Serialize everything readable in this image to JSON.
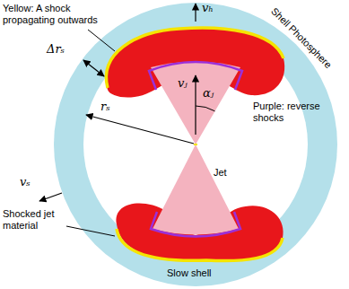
{
  "diagram": {
    "labels": [
      "Yellow: A shock propagating outwards",
      "vₕ",
      "Shell Photosphere",
      "Δrₛ",
      "rₛ",
      "vⱼ",
      "αⱼ",
      "Purple: reverse shocks",
      "Jet",
      "vₛ",
      "Shocked jet material",
      "Slow shell"
    ]
  }
}
